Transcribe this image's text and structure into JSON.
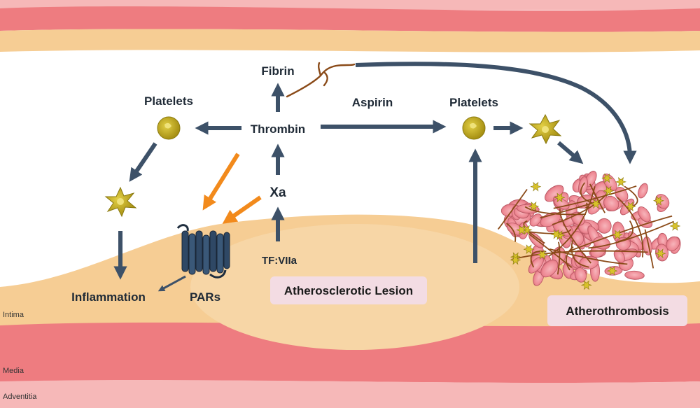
{
  "labels": {
    "fibrin": "Fibrin",
    "platelets_left": "Platelets",
    "thrombin": "Thrombin",
    "aspirin": "Aspirin",
    "platelets_right": "Platelets",
    "xa": "Xa",
    "tf_viia": "TF:VIIa",
    "pars": "PARs",
    "inflammation": "Inflammation",
    "lesion": "Atherosclerotic Lesion",
    "atherothrombosis": "Atherothrombosis"
  },
  "layers": {
    "intima": "Intima",
    "media": "Media",
    "adventitia": "Adventitia"
  },
  "colors": {
    "arrow": "#3d5168",
    "inhibit_arrow": "#f28a1c",
    "media_band": "#ee7c80",
    "adventitia_band": "#f6b8b8",
    "intima_band": "#f6cd94",
    "lesion": "#f7d6a6",
    "platelet": "#c4ad1e",
    "red_cell": "#ef8f98",
    "fibrin": "#8a4a18",
    "receptor": "#2f4865"
  }
}
